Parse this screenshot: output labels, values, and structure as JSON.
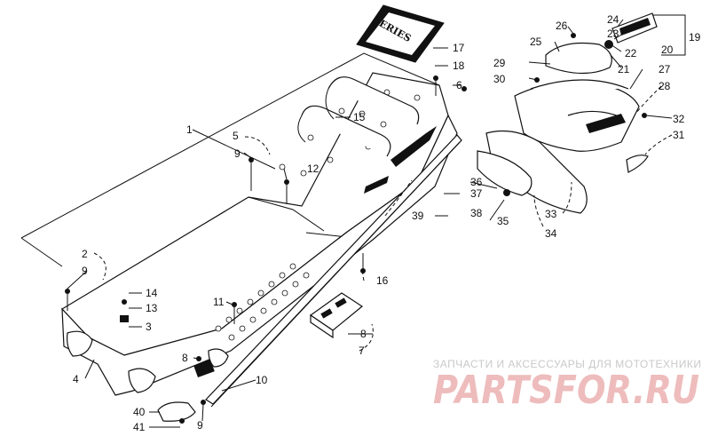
{
  "diagram": {
    "callouts": [
      {
        "id": "c1",
        "text": "1"
      },
      {
        "id": "c2",
        "text": "2"
      },
      {
        "id": "c3",
        "text": "3"
      },
      {
        "id": "c4",
        "text": "4"
      },
      {
        "id": "c5",
        "text": "5"
      },
      {
        "id": "c6",
        "text": "6"
      },
      {
        "id": "c7",
        "text": "7"
      },
      {
        "id": "c8a",
        "text": "8"
      },
      {
        "id": "c8b",
        "text": "8"
      },
      {
        "id": "c9a",
        "text": "9"
      },
      {
        "id": "c9b",
        "text": "9"
      },
      {
        "id": "c9c",
        "text": "9"
      },
      {
        "id": "c10",
        "text": "10"
      },
      {
        "id": "c11",
        "text": "11"
      },
      {
        "id": "c12",
        "text": "12"
      },
      {
        "id": "c13",
        "text": "13"
      },
      {
        "id": "c14",
        "text": "14"
      },
      {
        "id": "c15",
        "text": "15"
      },
      {
        "id": "c16",
        "text": "16"
      },
      {
        "id": "c17",
        "text": "17"
      },
      {
        "id": "c18",
        "text": "18"
      },
      {
        "id": "c19",
        "text": "19"
      },
      {
        "id": "c20",
        "text": "20"
      },
      {
        "id": "c21",
        "text": "21"
      },
      {
        "id": "c22",
        "text": "22"
      },
      {
        "id": "c23",
        "text": "23"
      },
      {
        "id": "c24",
        "text": "24"
      },
      {
        "id": "c25",
        "text": "25"
      },
      {
        "id": "c26",
        "text": "26"
      },
      {
        "id": "c27",
        "text": "27"
      },
      {
        "id": "c28",
        "text": "28"
      },
      {
        "id": "c29",
        "text": "29"
      },
      {
        "id": "c30",
        "text": "30"
      },
      {
        "id": "c31",
        "text": "31"
      },
      {
        "id": "c32",
        "text": "32"
      },
      {
        "id": "c33",
        "text": "33"
      },
      {
        "id": "c34",
        "text": "34"
      },
      {
        "id": "c35",
        "text": "35"
      },
      {
        "id": "c36",
        "text": "36"
      },
      {
        "id": "c37",
        "text": "37"
      },
      {
        "id": "c38",
        "text": "38"
      },
      {
        "id": "c39",
        "text": "39"
      },
      {
        "id": "c40",
        "text": "40"
      },
      {
        "id": "c41",
        "text": "41"
      }
    ],
    "decal_text": "SERIES",
    "watermark": {
      "caption": "ЗАПЧАСТИ И АКСЕССУАРЫ ДЛЯ МОТОТЕХНИКИ",
      "brand": "PARTSFOR.RU"
    }
  }
}
